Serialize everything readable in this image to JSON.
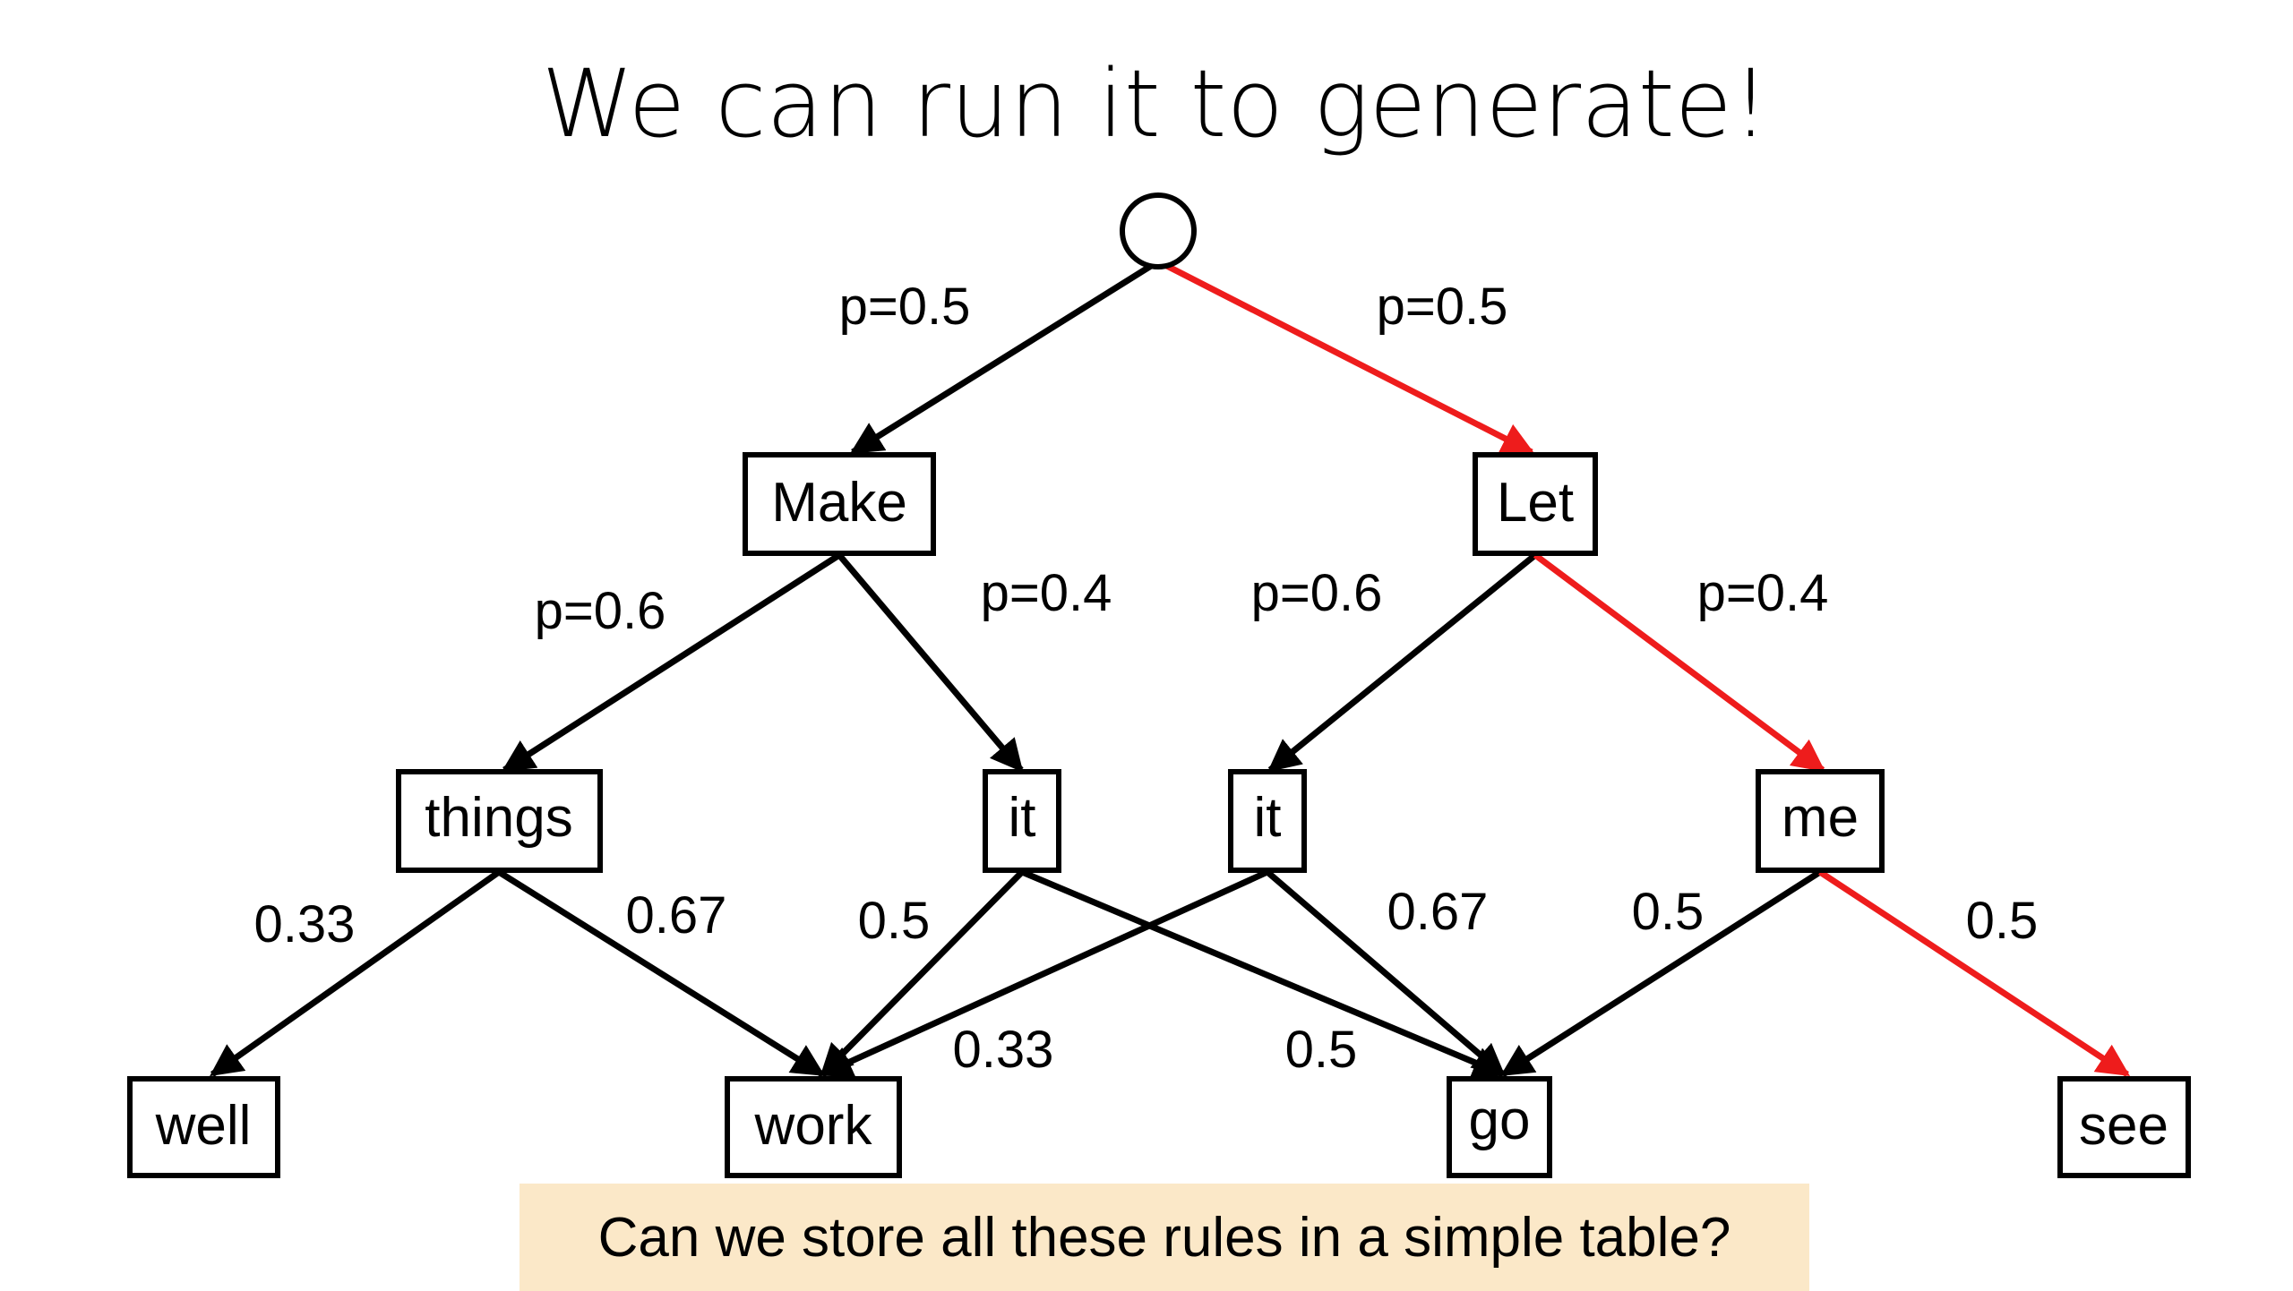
{
  "title": "We can run it to generate!",
  "colors": {
    "default_edge": "#000000",
    "highlight_edge": "#ee1c1c",
    "callout_bg": "#fbe8c8"
  },
  "nodes": {
    "root": "",
    "make": "Make",
    "let": "Let",
    "things": "things",
    "it_left": "it",
    "it_right": "it",
    "me": "me",
    "well": "well",
    "work": "work",
    "go": "go",
    "see": "see"
  },
  "edges": [
    {
      "from": "root",
      "to": "make",
      "label": "p=0.5",
      "highlighted": false
    },
    {
      "from": "root",
      "to": "let",
      "label": "p=0.5",
      "highlighted": true
    },
    {
      "from": "make",
      "to": "things",
      "label": "p=0.6",
      "highlighted": false
    },
    {
      "from": "make",
      "to": "it_left",
      "label": "p=0.4",
      "highlighted": false
    },
    {
      "from": "let",
      "to": "it_right",
      "label": "p=0.6",
      "highlighted": false
    },
    {
      "from": "let",
      "to": "me",
      "label": "p=0.4",
      "highlighted": true
    },
    {
      "from": "things",
      "to": "well",
      "label": "0.33",
      "highlighted": false
    },
    {
      "from": "things",
      "to": "work",
      "label": "0.67",
      "highlighted": false
    },
    {
      "from": "it_left",
      "to": "work",
      "label": "0.5",
      "highlighted": false
    },
    {
      "from": "it_left",
      "to": "go",
      "label": "0.5",
      "highlighted": false
    },
    {
      "from": "it_right",
      "to": "work",
      "label": "0.33",
      "highlighted": false
    },
    {
      "from": "it_right",
      "to": "go",
      "label": "0.67",
      "highlighted": false
    },
    {
      "from": "me",
      "to": "go",
      "label": "0.5",
      "highlighted": false
    },
    {
      "from": "me",
      "to": "see",
      "label": "0.5",
      "highlighted": true
    }
  ],
  "callout": "Can we store all these rules in a simple table?"
}
